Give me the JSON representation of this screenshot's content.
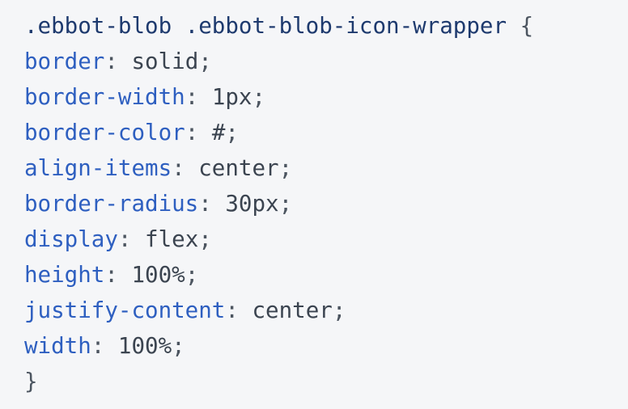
{
  "code_block": {
    "language": "css",
    "lines": [
      {
        "tokens": [
          {
            "type": "selector",
            "text": ".ebbot-blob .ebbot-blob-icon-wrapper"
          },
          {
            "type": "punctuation",
            "text": " {"
          }
        ]
      },
      {
        "tokens": [
          {
            "type": "property",
            "text": "border"
          },
          {
            "type": "punctuation",
            "text": ": "
          },
          {
            "type": "value",
            "text": "solid"
          },
          {
            "type": "punctuation",
            "text": ";"
          }
        ]
      },
      {
        "tokens": [
          {
            "type": "property",
            "text": "border-width"
          },
          {
            "type": "punctuation",
            "text": ": "
          },
          {
            "type": "value",
            "text": "1px"
          },
          {
            "type": "punctuation",
            "text": ";"
          }
        ]
      },
      {
        "tokens": [
          {
            "type": "property",
            "text": "border-color"
          },
          {
            "type": "punctuation",
            "text": ": "
          },
          {
            "type": "value",
            "text": "#"
          },
          {
            "type": "punctuation",
            "text": ";"
          }
        ]
      },
      {
        "tokens": [
          {
            "type": "property",
            "text": "align-items"
          },
          {
            "type": "punctuation",
            "text": ": "
          },
          {
            "type": "value",
            "text": "center"
          },
          {
            "type": "punctuation",
            "text": ";"
          }
        ]
      },
      {
        "tokens": [
          {
            "type": "property",
            "text": "border-radius"
          },
          {
            "type": "punctuation",
            "text": ": "
          },
          {
            "type": "value",
            "text": "30px"
          },
          {
            "type": "punctuation",
            "text": ";"
          }
        ]
      },
      {
        "tokens": [
          {
            "type": "property",
            "text": "display"
          },
          {
            "type": "punctuation",
            "text": ": "
          },
          {
            "type": "value",
            "text": "flex"
          },
          {
            "type": "punctuation",
            "text": ";"
          }
        ]
      },
      {
        "tokens": [
          {
            "type": "property",
            "text": "height"
          },
          {
            "type": "punctuation",
            "text": ": "
          },
          {
            "type": "value",
            "text": "100%"
          },
          {
            "type": "punctuation",
            "text": ";"
          }
        ]
      },
      {
        "tokens": [
          {
            "type": "property",
            "text": "justify-content"
          },
          {
            "type": "punctuation",
            "text": ": "
          },
          {
            "type": "value",
            "text": "center"
          },
          {
            "type": "punctuation",
            "text": ";"
          }
        ]
      },
      {
        "tokens": [
          {
            "type": "property",
            "text": "width"
          },
          {
            "type": "punctuation",
            "text": ": "
          },
          {
            "type": "value",
            "text": "100%"
          },
          {
            "type": "punctuation",
            "text": ";"
          }
        ]
      },
      {
        "tokens": [
          {
            "type": "punctuation",
            "text": "}"
          }
        ]
      }
    ]
  },
  "colors": {
    "background": "#f5f6f8",
    "selector": "#1e3a6e",
    "property": "#2e5fc0",
    "value": "#3b4450",
    "punctuation": "#4c5560"
  }
}
